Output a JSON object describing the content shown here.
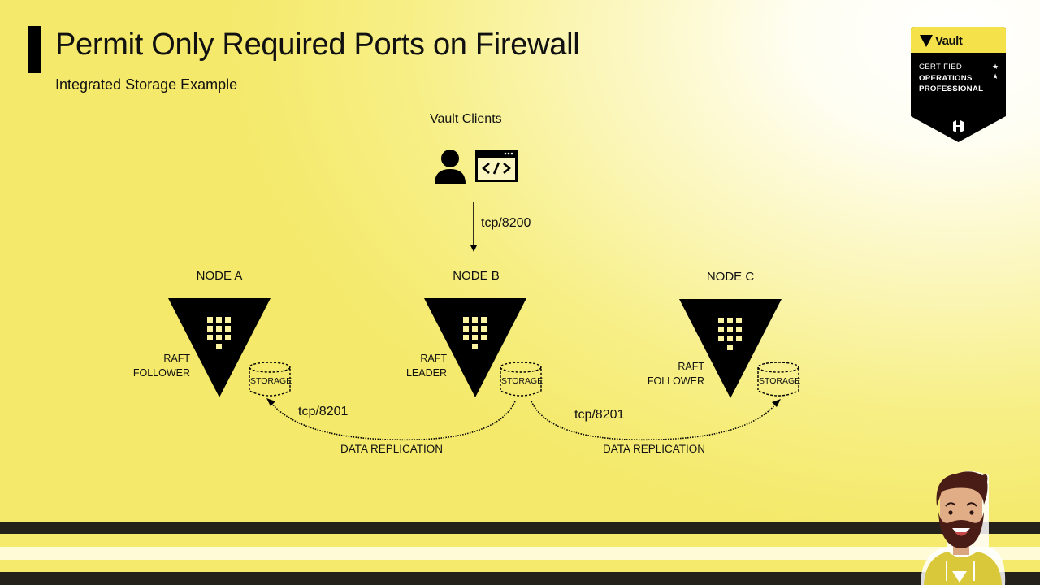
{
  "slide": {
    "title": "Permit Only Required Ports on Firewall",
    "subtitle": "Integrated Storage Example"
  },
  "badge": {
    "brand": "Vault",
    "line1": "CERTIFIED",
    "line2": "OPERATIONS",
    "line3": "PROFESSIONAL",
    "stars": "★",
    "colors": {
      "top": "#f5e24a",
      "body": "#000000"
    }
  },
  "clients": {
    "label": "Vault Clients",
    "icons": [
      "user-icon",
      "code-window-icon"
    ],
    "port": "tcp/8200"
  },
  "nodes": [
    {
      "name": "NODE A",
      "role_line1": "RAFT",
      "role_line2": "FOLLOWER",
      "storage": "STORAGE"
    },
    {
      "name": "NODE B",
      "role_line1": "RAFT",
      "role_line2": "LEADER",
      "storage": "STORAGE"
    },
    {
      "name": "NODE C",
      "role_line1": "RAFT",
      "role_line2": "FOLLOWER",
      "storage": "STORAGE"
    }
  ],
  "replication": [
    {
      "port": "tcp/8201",
      "label": "DATA REPLICATION"
    },
    {
      "port": "tcp/8201",
      "label": "DATA REPLICATION"
    }
  ],
  "colors": {
    "accent_yellow": "#f4e96a",
    "dark": "#24201a",
    "cream": "#fffbd6"
  }
}
